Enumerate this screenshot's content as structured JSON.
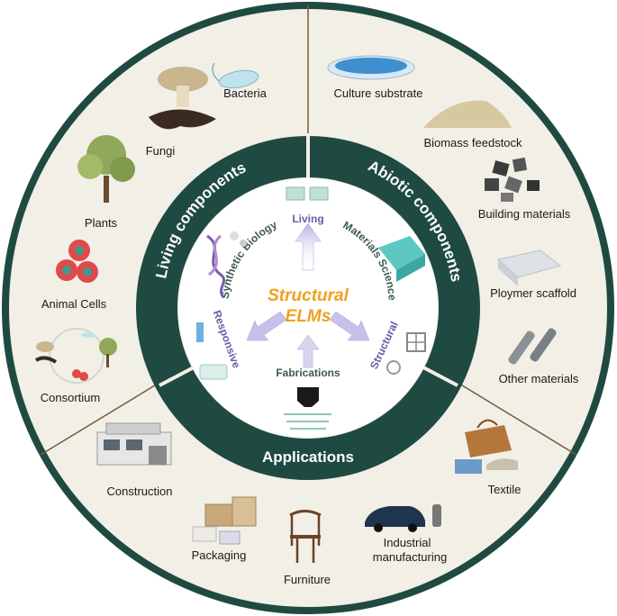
{
  "center": {
    "line1": "Structural",
    "line2": "ELMs"
  },
  "inner": {
    "living": "Living",
    "materials_science": "Materials Science",
    "structural": "Structural",
    "fabrications": "Fabrications",
    "responsive": "Responsive",
    "synthetic_biology": "Synthetic Biology"
  },
  "ring": {
    "living_components": "Living components",
    "abiotic_components": "Abiotic components",
    "applications": "Applications"
  },
  "living_items": {
    "bacteria": "Bacteria",
    "fungi": "Fungi",
    "plants": "Plants",
    "animal_cells": "Animal Cells",
    "consortium": "Consortium"
  },
  "abiotic_items": {
    "culture_substrate": "Culture substrate",
    "biomass_feedstock": "Biomass feedstock",
    "building_materials": "Building materials",
    "polymer_scaffold": "Ploymer scaffold",
    "other_materials": "Other materials"
  },
  "applications_items": {
    "construction": "Construction",
    "packaging": "Packaging",
    "furniture": "Furniture",
    "industrial_1": "Industrial",
    "industrial_2": "manufacturing",
    "textile": "Textile"
  },
  "colors": {
    "ring": "#1f4a42",
    "background_disc": "#f2efe6",
    "divider": "#7a5a3a",
    "center_title": "#f0a020",
    "inner_text": "#3d5a4f",
    "inner_purple": "#6b5aa8"
  }
}
